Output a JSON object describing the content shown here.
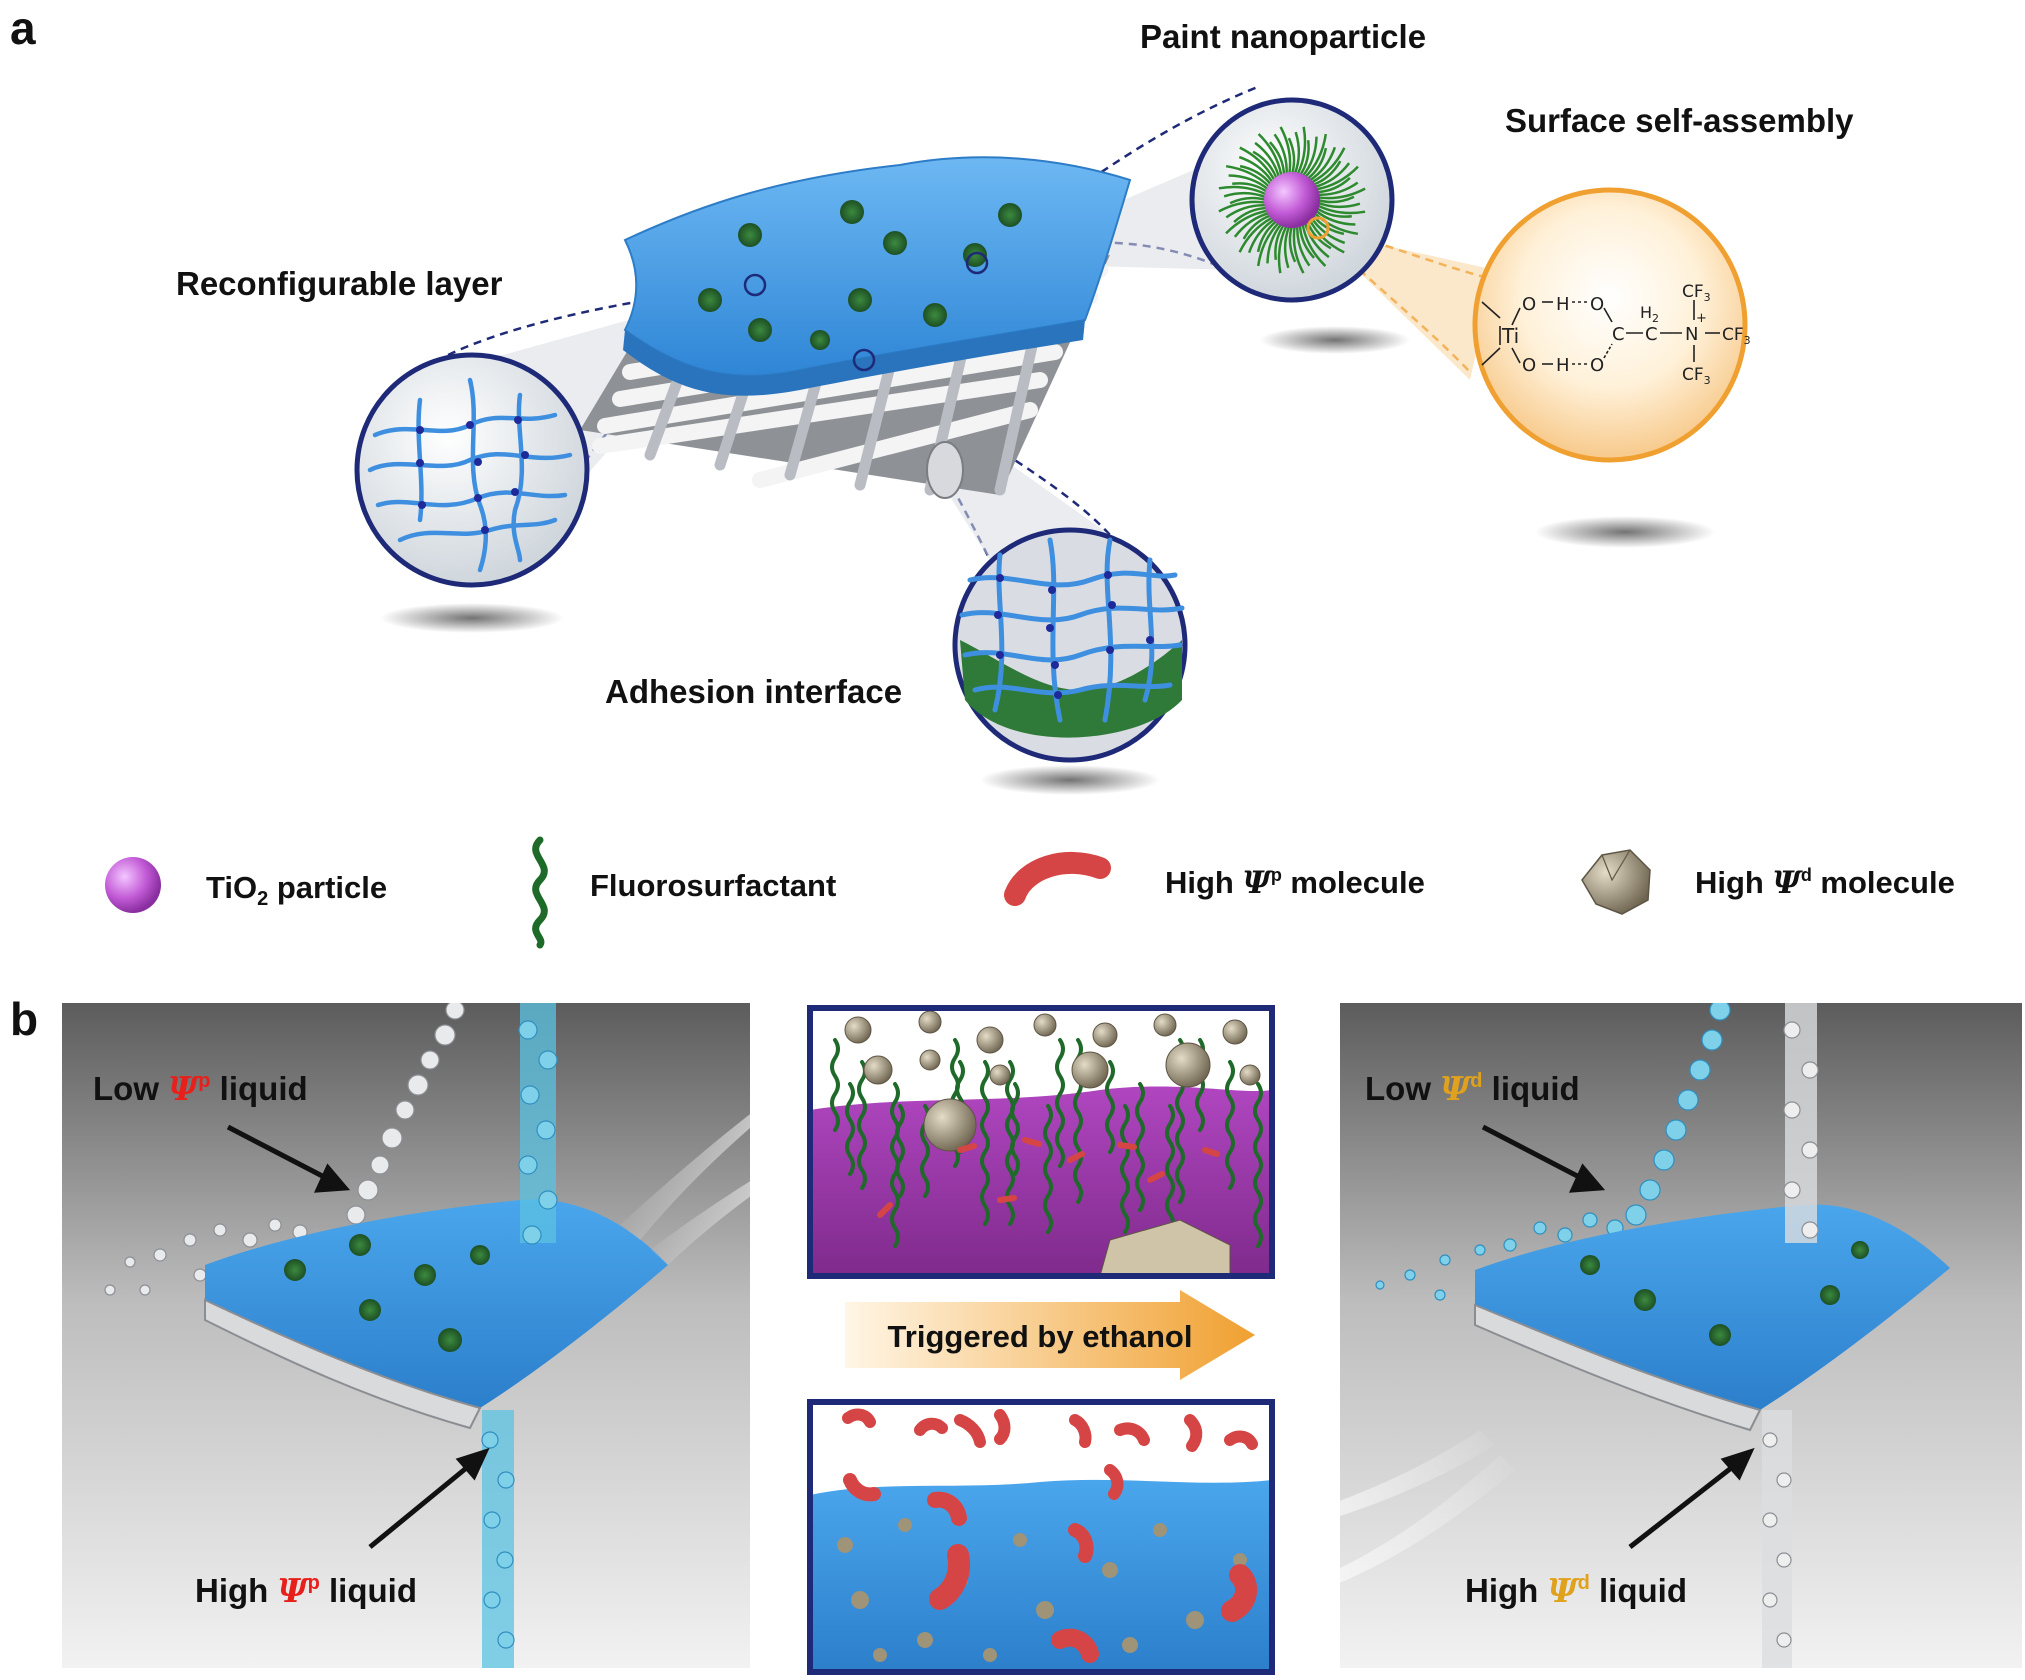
{
  "panels": {
    "a": {
      "letter": "a"
    },
    "b": {
      "letter": "b"
    }
  },
  "labels": {
    "paint_nanoparticle": "Paint nanoparticle",
    "surface_self_assembly": "Surface self-assembly",
    "reconfigurable_layer": "Reconfigurable layer",
    "adhesion_interface": "Adhesion interface"
  },
  "chemistry": {
    "ti": "Ti",
    "o": "O",
    "h": "H",
    "c": "C",
    "h2": "H",
    "h2_sub": "2",
    "n": "N",
    "plus": "+",
    "cf": "CF",
    "cf_sub": "3"
  },
  "legend": {
    "tio2_pre": "TiO",
    "tio2_sub": "2",
    "tio2_post": " particle",
    "fluorosurfactant": "Fluorosurfactant",
    "high_psi_p_pre": "High ",
    "high_psi_p_sup": "p",
    "high_psi_p_post": " molecule",
    "high_psi_d_pre": "High ",
    "high_psi_d_sup": "d",
    "high_psi_d_post": " molecule",
    "psi": "Ψ"
  },
  "panel_b": {
    "low_p_pre": "Low ",
    "low_p_sup": "p",
    "low_p_post": " liquid",
    "high_p_pre": "High ",
    "high_p_sup": "p",
    "high_p_post": " liquid",
    "low_d_pre": "Low ",
    "low_d_sup": "d",
    "low_d_post": " liquid",
    "high_d_pre": "High ",
    "high_d_sup": "d",
    "high_d_post": " liquid",
    "trigger": "Triggered by ethanol"
  },
  "colors": {
    "film_blue": "#3f9be8",
    "nanoparticle_green": "#1f5f2a",
    "tio2_purple": "#c25ad6",
    "high_psi_p_red": "#d64545",
    "high_psi_d_tan": "#a8997a",
    "psi_p_red": "#e8201c",
    "psi_d_gold": "#e0a11c",
    "navy_outline": "#1e2a78",
    "orange_circle": "#f0a030",
    "arrow_orange": "#f0a030"
  }
}
